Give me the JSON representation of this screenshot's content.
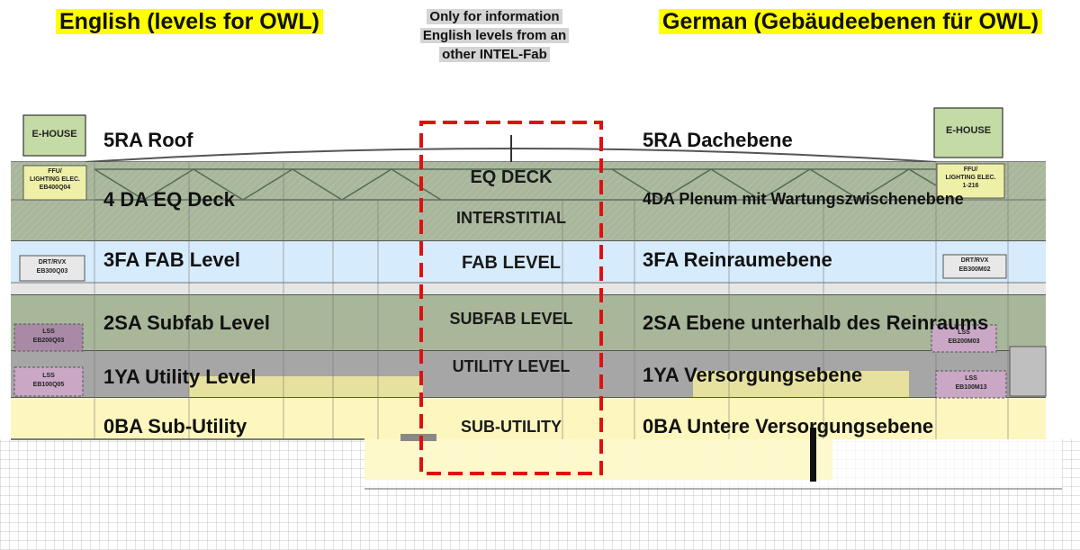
{
  "header": {
    "english": "English (levels for OWL)",
    "german": "German (Gebäudeebenen für OWL)",
    "info_lines": [
      "Only for information",
      "English levels from an",
      "other INTEL-Fab"
    ]
  },
  "levels": [
    {
      "code": "5RA",
      "english": "5RA Roof",
      "german": "5RA  Dachebene",
      "intel_label": "",
      "color": "#ffffff"
    },
    {
      "code": "4DA",
      "english": "4 DA EQ Deck",
      "german": "4DA  Plenum mit Wartungszwischenebene",
      "intel_label": "EQ DECK",
      "intel_label_2": "INTERSTITIAL",
      "color": "#a8b79a"
    },
    {
      "code": "3FA",
      "english": "3FA FAB Level",
      "german": "3FA Reinraumebene",
      "intel_label": "FAB LEVEL",
      "color": "#d6ebfb"
    },
    {
      "code": "2SA",
      "english": "2SA Subfab Level",
      "german": "2SA Ebene unterhalb des Reinraums",
      "intel_label": "SUBFAB LEVEL",
      "color": "#a8b79a"
    },
    {
      "code": "1YA",
      "english": "1YA Utility Level",
      "german": "1YA Versorgungsebene",
      "intel_label": "UTILITY LEVEL",
      "color": "#a6a6a6"
    },
    {
      "code": "0BA",
      "english": "0BA Sub-Utility",
      "german": "0BA Untere Versorgungsebene",
      "intel_label": "SUB-UTILITY",
      "color": "#fdf7bf"
    }
  ],
  "side_tags": {
    "ehouse": "E-HOUSE",
    "ffu_left": [
      "FFU/",
      "LIGHTING ELEC.",
      "EB400Q04"
    ],
    "ffu_right": [
      "FFU/",
      "LIGHTING ELEC.",
      "1-216"
    ],
    "drt_left": [
      "DRT/RVX",
      "EB300Q03"
    ],
    "drt_right": [
      "DRT/RVX",
      "EB300M02"
    ],
    "lss2_left": [
      "LSS",
      "EB200Q03"
    ],
    "lss2_right": [
      "LSS",
      "EB200M03"
    ],
    "lss1_left": [
      "LSS",
      "EB100Q05"
    ],
    "lss1_right": [
      "LSS",
      "EB100M13"
    ]
  },
  "colors": {
    "highlight": "#ffff00",
    "dashed_box": "#e01010",
    "deck_green": "#a8b79a",
    "fab_blue": "#d6ebfb",
    "utility_gray": "#a6a6a6",
    "sub_yellow": "#fdf7bf"
  }
}
